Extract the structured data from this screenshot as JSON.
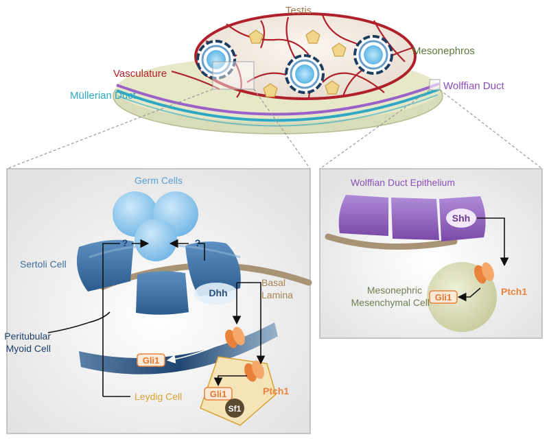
{
  "top": {
    "testis": "Testis",
    "mesonephros": "Mesonephros",
    "vasculature": "Vasculature",
    "mullerian_duct": "Müllerian Duct",
    "wolffian_duct": "Wolffian Duct"
  },
  "left_panel": {
    "germ_cells": "Germ Cells",
    "sertoli_cell": "Sertoli Cell",
    "dhh": "Dhh",
    "basal_lamina_1": "Basal",
    "basal_lamina_2": "Lamina",
    "peritubular_1": "Peritubular",
    "peritubular_2": "Myoid Cell",
    "gli1_myoid": "Gli1",
    "leydig_cell": "Leydig Cell",
    "gli1_leydig": "Gli1",
    "sf1": "Sf1",
    "ptch1": "Ptch1",
    "question": "?"
  },
  "right_panel": {
    "title": "Wolffian Duct Epithelium",
    "shh": "Shh",
    "mesenchymal_1": "Mesonephric",
    "mesenchymal_2": "Mesenchymal Cell",
    "gli1": "Gli1",
    "ptch1": "Ptch1"
  },
  "colors": {
    "testis_text": "#a07a4e",
    "mesonephros_text": "#5b7a3a",
    "vasculature": "#b0202a",
    "mullerian": "#2fa8c4",
    "wolffian": "#8a4fb8",
    "germ_text": "#5a9fd4",
    "sertoli_text": "#3f6f9c",
    "myoid_text": "#1d3f6a",
    "basal_text": "#a88050",
    "leydig_text": "#d7a12e",
    "ptch1": "#e8823a",
    "epithelium_text": "#8a4fb8",
    "mesenchymal_text": "#6f8050"
  }
}
